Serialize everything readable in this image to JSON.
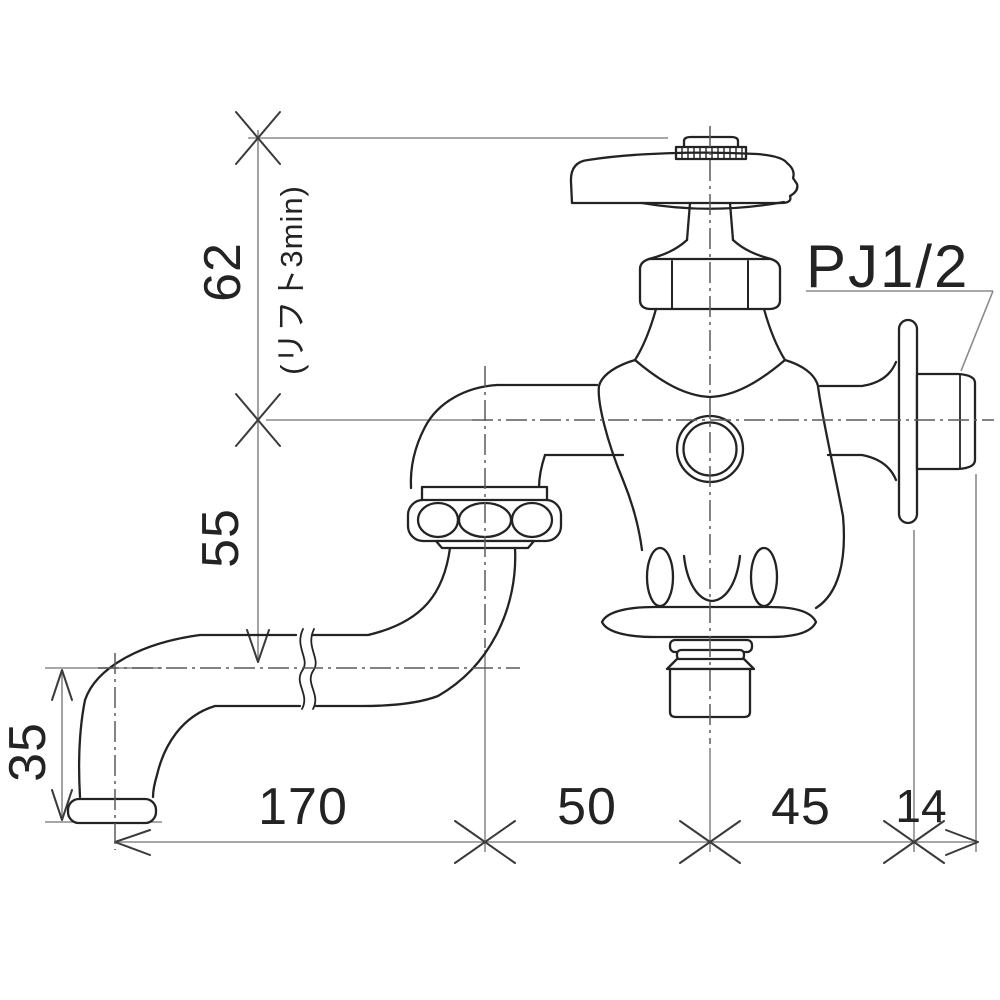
{
  "drawing": {
    "type": "technical-dimension-drawing",
    "subject": "wall-mounted two-way faucet with swivel spout",
    "background_color": "#ffffff",
    "line_color": "#232323",
    "dimension_line_color": "#8a8a8a",
    "centerline_color": "#5a5a5a",
    "labels": {
      "connection_thread": "PJ1/2",
      "lift_note": "(リフト3min)"
    },
    "dimensions": {
      "handle_top_to_center": "62",
      "center_to_spout_axis": "55",
      "spout_drop": "35",
      "spout_length": "170",
      "spout_pivot_offset": "50",
      "center_to_wall": "45",
      "thread_length": "14"
    }
  }
}
